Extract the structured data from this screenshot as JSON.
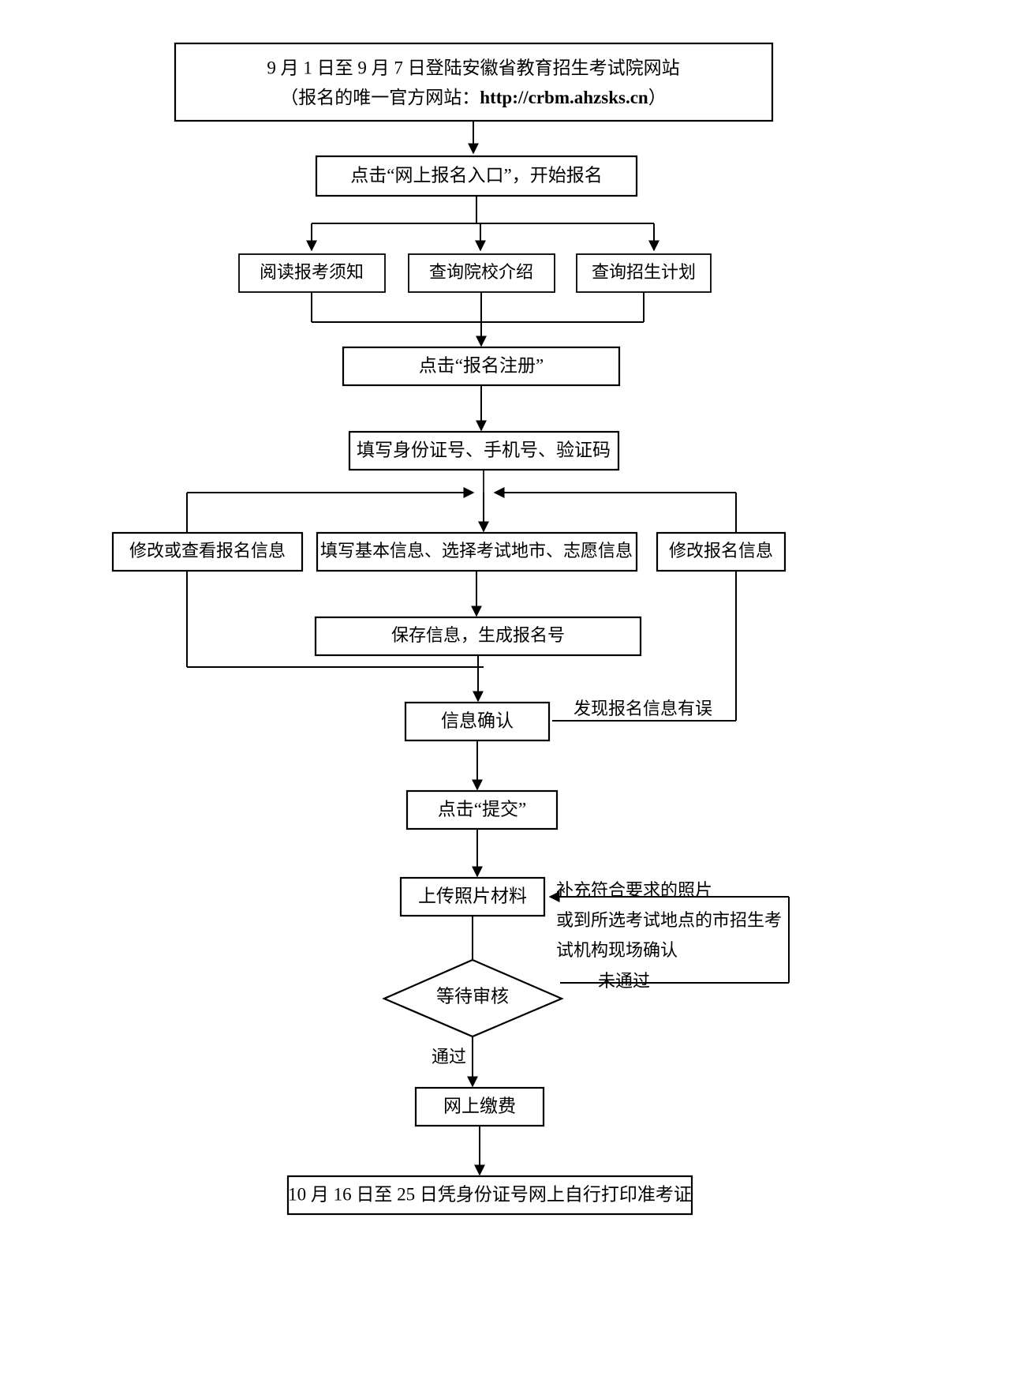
{
  "diagram": {
    "title": "安徽省成人高考网上报名流程图",
    "type": "flowchart",
    "orientation": "top-to-bottom",
    "background_color": "#ffffff",
    "line_color": "#000000",
    "text_color": "#000000"
  },
  "nodes": {
    "start": {
      "id": "start",
      "shape": "rectangle",
      "line1": "9 月 1 日至 9 月 7 日登陆安徽省教育招生考试院网站",
      "line2_prefix": "（报名的唯一官方网站：",
      "line2_url": "http://crbm.ahzsks.cn",
      "line2_suffix": "）"
    },
    "entry": {
      "id": "entry",
      "shape": "rectangle",
      "label": "点击“网上报名入口”，开始报名"
    },
    "read_notice": {
      "id": "read-notice",
      "shape": "rectangle",
      "label": "阅读报考须知"
    },
    "query_school": {
      "id": "query-school",
      "shape": "rectangle",
      "label": "查询院校介绍"
    },
    "query_plan": {
      "id": "query-plan",
      "shape": "rectangle",
      "label": "查询招生计划"
    },
    "register": {
      "id": "register",
      "shape": "rectangle",
      "label": "点击“报名注册”"
    },
    "fill_id": {
      "id": "fill-id",
      "shape": "rectangle",
      "label": "填写身份证号、手机号、验证码"
    },
    "modify_or_view": {
      "id": "modify-or-view",
      "shape": "rectangle",
      "label": "修改或查看报名信息"
    },
    "fill_basic": {
      "id": "fill-basic",
      "shape": "rectangle",
      "label": "填写基本信息、选择考试地市、志愿信息"
    },
    "modify_info": {
      "id": "modify-info",
      "shape": "rectangle",
      "label": "修改报名信息"
    },
    "save_info": {
      "id": "save-info",
      "shape": "rectangle",
      "label": "保存信息，生成报名号"
    },
    "confirm_info": {
      "id": "confirm-info",
      "shape": "rectangle",
      "label": "信息确认"
    },
    "submit": {
      "id": "submit",
      "shape": "rectangle",
      "label": "点击“提交”"
    },
    "upload_photo": {
      "id": "upload-photo",
      "shape": "rectangle",
      "label": "上传照片材料"
    },
    "await_review": {
      "id": "await-review",
      "shape": "diamond",
      "label": "等待审核"
    },
    "online_pay": {
      "id": "online-pay",
      "shape": "rectangle",
      "label": "网上缴费"
    },
    "print_ticket": {
      "id": "print-ticket",
      "shape": "rectangle",
      "label": "10 月 16 日至 25 日凭身份证号网上自行打印准考证"
    }
  },
  "edge_labels": {
    "info_error": "发现报名信息有误",
    "supplement_line1": "补充符合要求的照片",
    "supplement_line2": "或到所选考试地点的市招生考",
    "supplement_line3": "试机构现场确认",
    "not_passed": "未通过",
    "passed": "通过"
  }
}
